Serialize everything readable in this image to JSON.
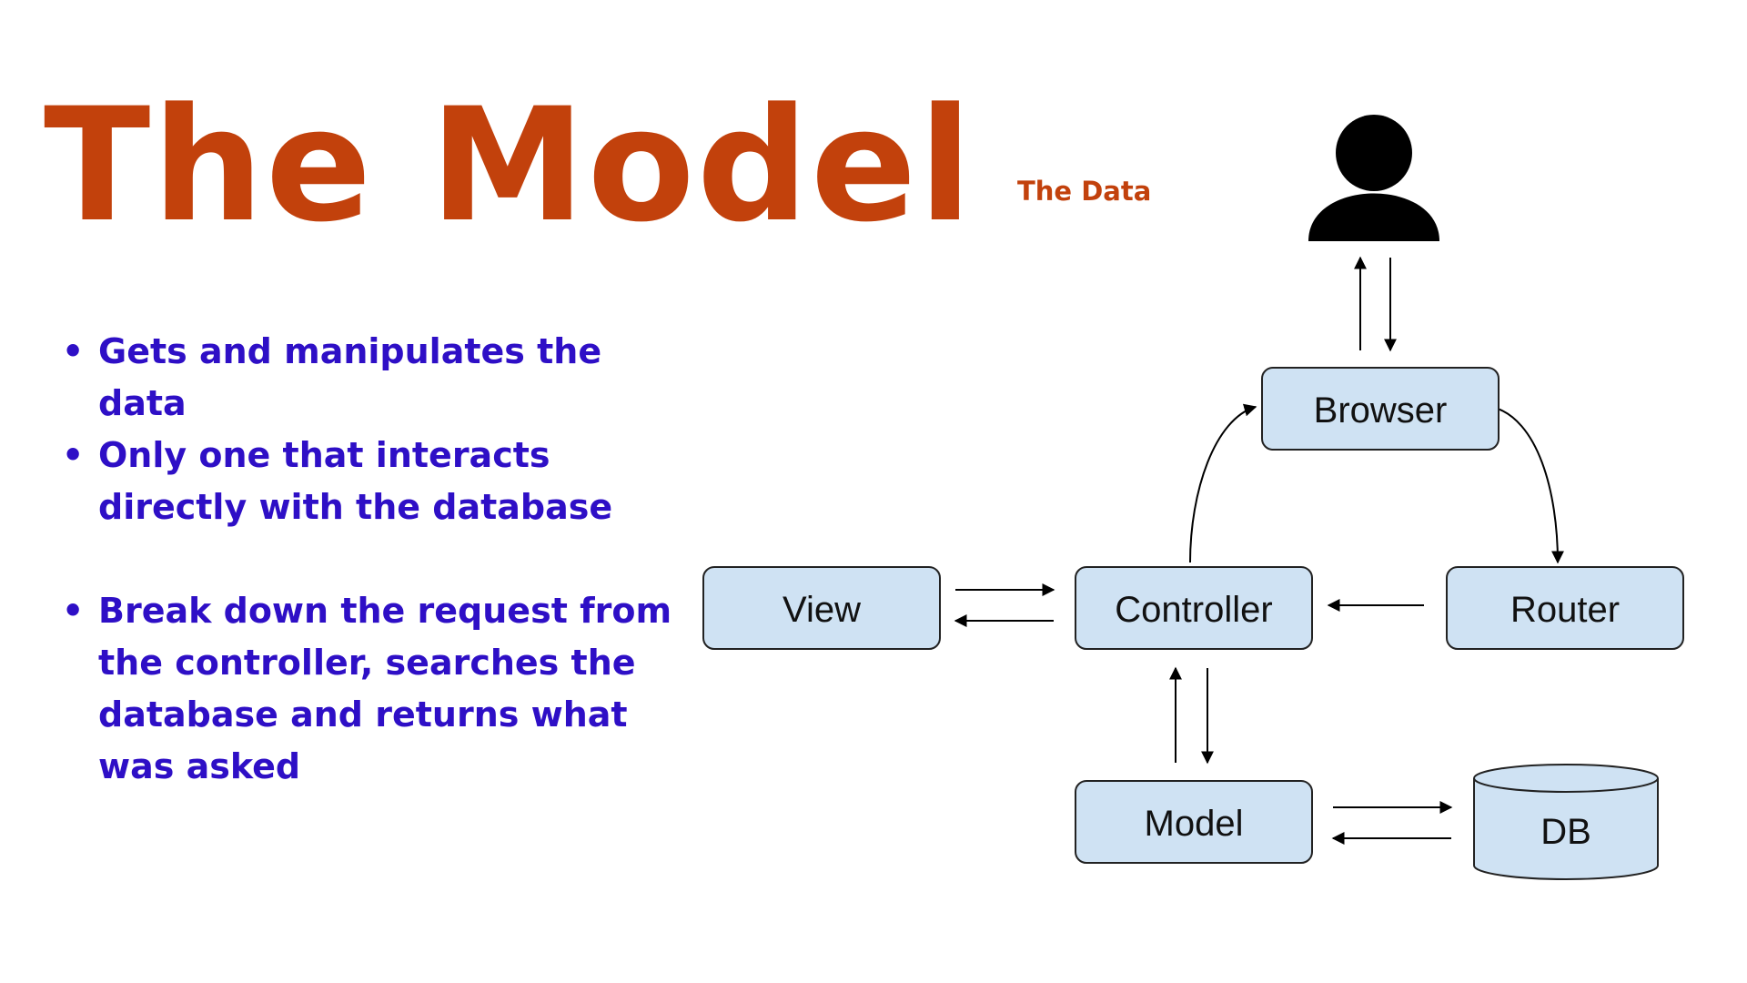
{
  "slide": {
    "title": "The Model",
    "subtitle": "The Data",
    "bullets": [
      "Gets and manipulates the data",
      "Only one that interacts directly with the database",
      "Break down the request from the controller, searches the database and returns what was asked"
    ]
  },
  "diagram": {
    "nodes": {
      "browser": "Browser",
      "view": "View",
      "controller": "Controller",
      "router": "Router",
      "model": "Model",
      "db": "DB"
    },
    "icons": {
      "user": "user-icon"
    },
    "colors": {
      "node_fill": "#cfe2f3",
      "node_stroke": "#222222",
      "title": "#c2410c",
      "bullet_text": "#2e0fc6"
    }
  }
}
